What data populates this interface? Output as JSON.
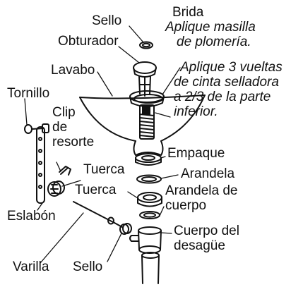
{
  "labels": {
    "sello_top": "Sello",
    "brida": "Brida",
    "masilla_1": "Aplique masilla",
    "masilla_2": "de plomería.",
    "obturador": "Obturador",
    "lavabo": "Lavabo",
    "cinta_1": "Aplique 3 vueltas",
    "cinta_2": "de cinta selladora",
    "cinta_3": "a 2/3 de la parte",
    "cinta_4": "inferior.",
    "tornillo": "Tornillo",
    "clip_1": "Clip",
    "clip_2": "de",
    "clip_3": "resorte",
    "empaque": "Empaque",
    "tuerca_1": "Tuerca",
    "arandela": "Arandela",
    "tuerca_2": "Tuerca",
    "arandela_cuerpo_1": "Arandela de",
    "arandela_cuerpo_2": "cuerpo",
    "eslabon": "Eslabón",
    "cuerpo_1": "Cuerpo del",
    "cuerpo_2": "desagüe",
    "varilla": "Varilla",
    "sello_bottom": "Sello"
  },
  "colors": {
    "ink": "#111111",
    "paper": "#ffffff"
  }
}
